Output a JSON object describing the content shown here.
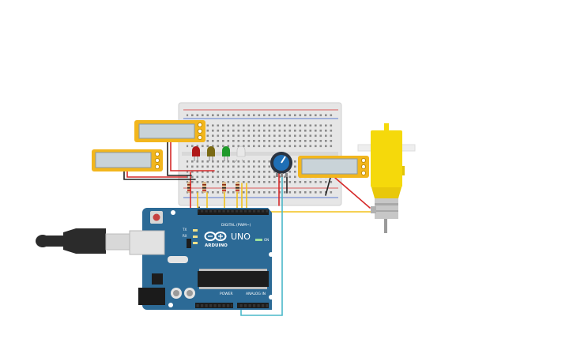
{
  "board": {
    "brand": "ARDUINO",
    "model": "UNO",
    "digital_label": "DIGITAL (PWM~)",
    "power_label": "POWER",
    "analog_label": "ANALOG IN",
    "tx_label": "TX",
    "rx_label": "RX",
    "on_label": "ON"
  },
  "components": {
    "leds": [
      {
        "color": "#b01818"
      },
      {
        "color": "#7a6a14"
      },
      {
        "color": "#1f9a2a"
      },
      {
        "color": "#e8e8e8"
      }
    ],
    "multimeter_color": "#f2b61d",
    "meter_screen_color": "#c9d3d8",
    "motor_color": "#f5d90b",
    "pot_color": "#1f6fb5",
    "board_color": "#2c6a96"
  },
  "wires": {
    "red": "#d62a2a",
    "black": "#222222",
    "yellow": "#f3c21b",
    "cyan": "#4ab8c9"
  }
}
